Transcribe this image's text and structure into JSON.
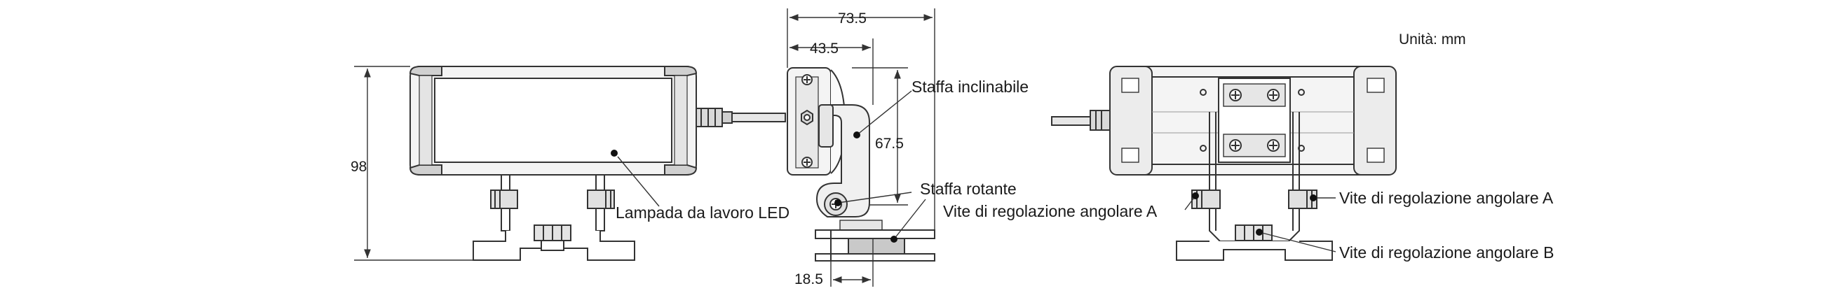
{
  "units": "Unità: mm",
  "dimensions": {
    "height_total": "98",
    "width_total": "73.5",
    "width_partial": "43.5",
    "height_bracket": "67.5",
    "offset_bottom": "18.5"
  },
  "labels": {
    "led_lamp": "Lampada da lavoro LED",
    "tilt_bracket": "Staffa inclinabile",
    "rotating_bracket": "Staffa rotante",
    "screw_a_left": "Vite di regolazione angolare A",
    "screw_a_right": "Vite di regolazione angolare A",
    "screw_b": "Vite di regolazione angolare B"
  },
  "colors": {
    "line": "#333333",
    "fill_light": "#f2f2f2",
    "fill_mid": "#d9d9d9",
    "fill_dark": "#9a9a9a"
  }
}
